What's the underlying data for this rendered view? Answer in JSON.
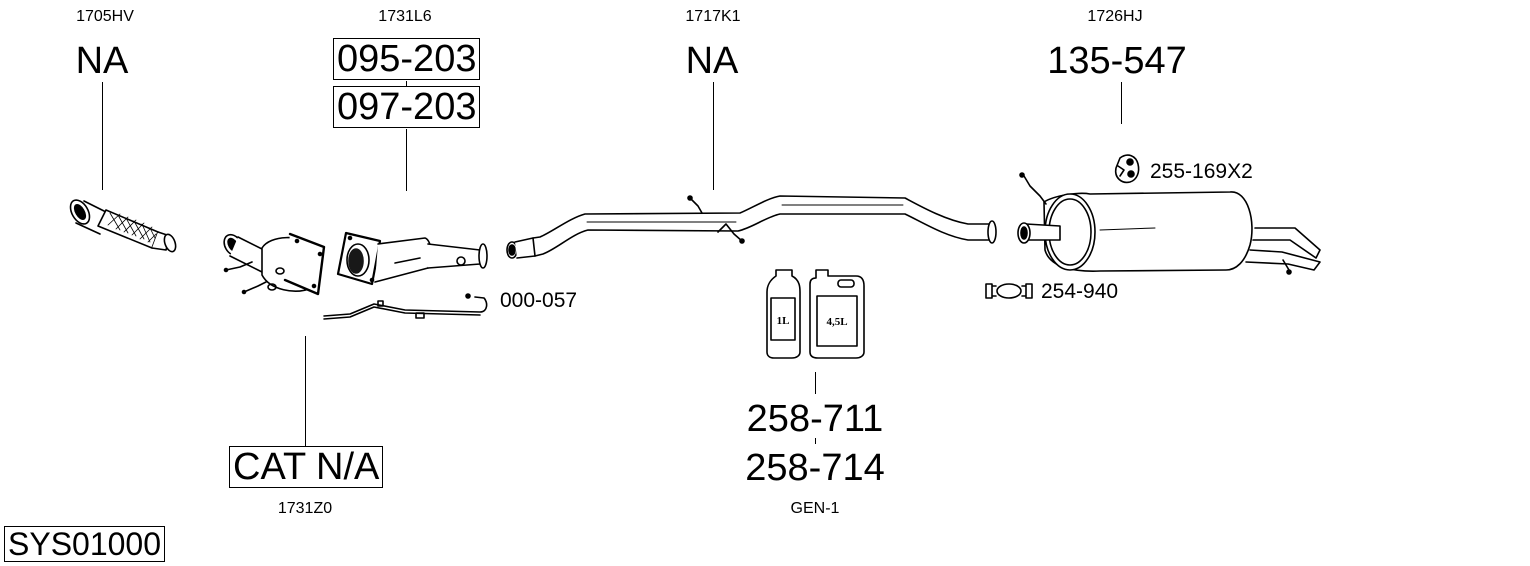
{
  "system_code": "SYS01000",
  "components": [
    {
      "ref": "1705HV",
      "part": "NA"
    },
    {
      "ref": "1731L6",
      "parts": [
        "095-203",
        "097-203"
      ]
    },
    {
      "ref": "1717K1",
      "part": "NA"
    },
    {
      "ref": "1726HJ",
      "part": "135-547"
    },
    {
      "ref": "1731Z0",
      "part": "CAT N/A"
    },
    {
      "ref": "GEN-1",
      "parts": [
        "258-711",
        "258-714"
      ]
    }
  ],
  "accessories": [
    {
      "part": "000-057",
      "icon": "sensor-pipe-icon"
    },
    {
      "part": "255-169X2",
      "icon": "rubber-mount-icon"
    },
    {
      "part": "254-940",
      "icon": "clamp-icon"
    }
  ],
  "bottles": [
    {
      "label": "1L"
    },
    {
      "label": "4,5L"
    }
  ]
}
